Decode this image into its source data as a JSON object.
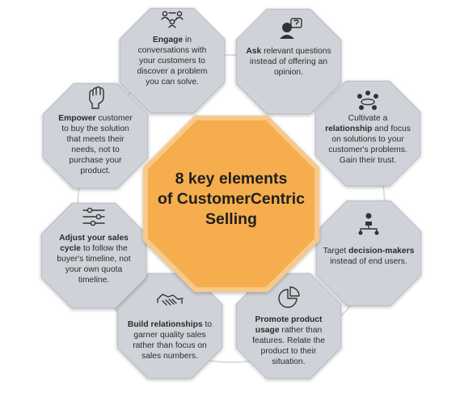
{
  "colors": {
    "center_fill": "#F5AD4E",
    "center_stroke": "#F7C98C",
    "outer_fill": "#CFD3D9",
    "outer_stroke": "#B7BCC4",
    "ring": "#DCDDE0"
  },
  "center": {
    "title_lines": [
      "8 key elements",
      "of CustomerCentric",
      "Selling"
    ]
  },
  "elements": [
    {
      "icon": "people-network-icon",
      "lines": [
        [
          {
            "t": "Engage",
            "b": true
          },
          {
            "t": " in",
            "b": false
          }
        ],
        [
          {
            "t": "conversations with",
            "b": false
          }
        ],
        [
          {
            "t": "your customers to",
            "b": false
          }
        ],
        [
          {
            "t": "discover a problem",
            "b": false
          }
        ],
        [
          {
            "t": "you can solve.",
            "b": false
          }
        ]
      ]
    },
    {
      "icon": "person-question-icon",
      "lines": [
        [
          {
            "t": "Ask",
            "b": true
          },
          {
            "t": " relevant questions",
            "b": false
          }
        ],
        [
          {
            "t": "instead of offering an",
            "b": false
          }
        ],
        [
          {
            "t": "opinion.",
            "b": false
          }
        ]
      ]
    },
    {
      "icon": "team-meeting-icon",
      "lines": [
        [
          {
            "t": "Cultivate a",
            "b": false
          }
        ],
        [
          {
            "t": "relationship",
            "b": true
          },
          {
            "t": " and focus",
            "b": false
          }
        ],
        [
          {
            "t": "on solutions to your",
            "b": false
          }
        ],
        [
          {
            "t": "customer's problems.",
            "b": false
          }
        ],
        [
          {
            "t": "Gain their trust.",
            "b": false
          }
        ]
      ]
    },
    {
      "icon": "hierarchy-icon",
      "lines": [
        [
          {
            "t": "Target ",
            "b": false
          },
          {
            "t": "decision-makers",
            "b": true
          }
        ],
        [
          {
            "t": "instead of end users.",
            "b": false
          }
        ]
      ]
    },
    {
      "icon": "pie-chart-icon",
      "lines": [
        [
          {
            "t": "Promote product",
            "b": true
          }
        ],
        [
          {
            "t": "usage",
            "b": true
          },
          {
            "t": " rather than",
            "b": false
          }
        ],
        [
          {
            "t": "features. Relate the",
            "b": false
          }
        ],
        [
          {
            "t": "product to their",
            "b": false
          }
        ],
        [
          {
            "t": "situation.",
            "b": false
          }
        ]
      ]
    },
    {
      "icon": "handshake-icon",
      "lines": [
        [
          {
            "t": "Build relationships",
            "b": true
          },
          {
            "t": " to",
            "b": false
          }
        ],
        [
          {
            "t": "garner quality sales",
            "b": false
          }
        ],
        [
          {
            "t": "rather than focus on",
            "b": false
          }
        ],
        [
          {
            "t": "sales numbers.",
            "b": false
          }
        ]
      ]
    },
    {
      "icon": "sliders-icon",
      "lines": [
        [
          {
            "t": "Adjust your sales",
            "b": true
          }
        ],
        [
          {
            "t": "cycle",
            "b": true
          },
          {
            "t": " to follow the",
            "b": false
          }
        ],
        [
          {
            "t": "buyer's timeline, not",
            "b": false
          }
        ],
        [
          {
            "t": "your own quota",
            "b": false
          }
        ],
        [
          {
            "t": "timeline.",
            "b": false
          }
        ]
      ]
    },
    {
      "icon": "raised-fist-icon",
      "lines": [
        [
          {
            "t": "Empower",
            "b": true
          },
          {
            "t": " customer",
            "b": false
          }
        ],
        [
          {
            "t": "to buy the solution",
            "b": false
          }
        ],
        [
          {
            "t": "that meets their",
            "b": false
          }
        ],
        [
          {
            "t": "needs, not to",
            "b": false
          }
        ],
        [
          {
            "t": "purchase your",
            "b": false
          }
        ],
        [
          {
            "t": "product.",
            "b": false
          }
        ]
      ]
    }
  ]
}
